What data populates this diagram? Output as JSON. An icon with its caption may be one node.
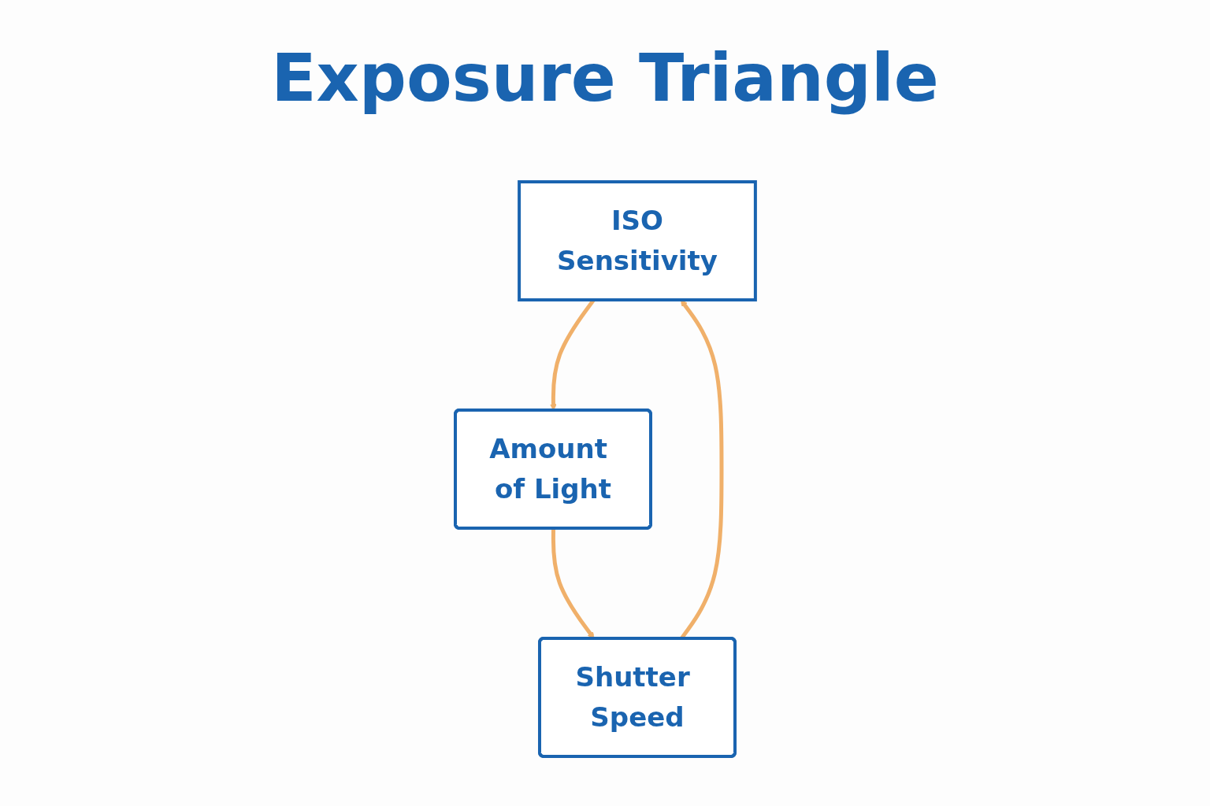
{
  "diagram": {
    "title": "Exposure Triangle",
    "nodes": [
      {
        "text": [
          "ISO",
          "Sensitivity"
        ]
      },
      {
        "text": [
          "Amount of Light"
        ]
      },
      {
        "text": [
          "Shutter Speed"
        ]
      }
    ],
    "edges": [
      {
        "from": 2,
        "to": 0,
        "arrow": "to"
      },
      {
        "from": 0,
        "to": 1,
        "arrow": "to"
      },
      {
        "from": 1,
        "to": 2,
        "arrow": "to"
      }
    ]
  }
}
